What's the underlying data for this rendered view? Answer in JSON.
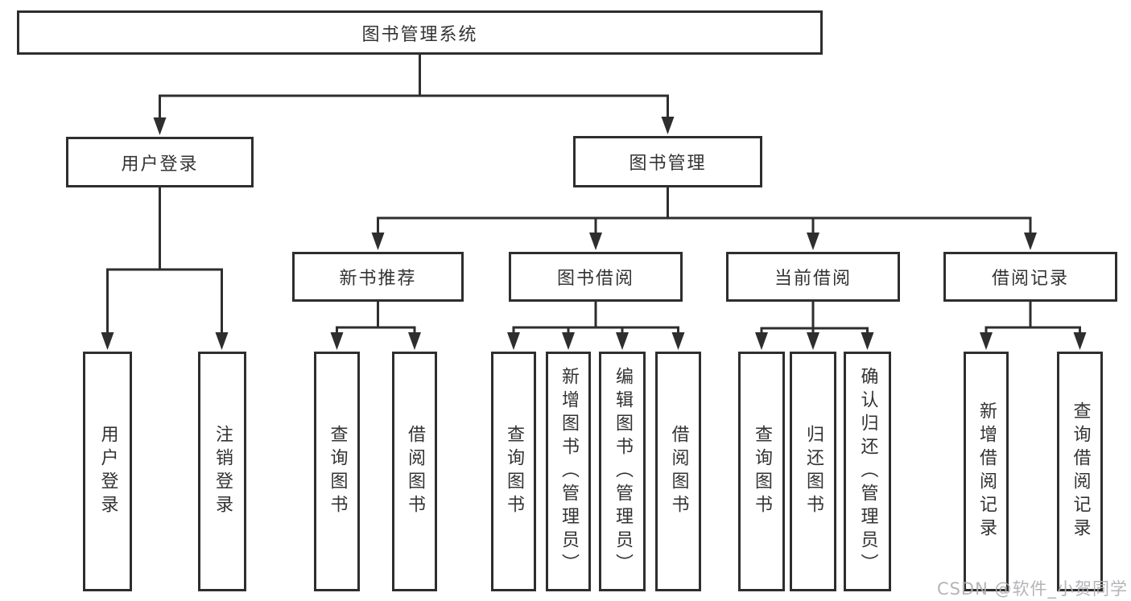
{
  "colors": {
    "line": "#2e2e2e",
    "text": "#333333",
    "watermark": "#b0b0b5",
    "background": "#ffffff"
  },
  "watermark": {
    "text": "CSDN @软件_小贺同学"
  },
  "tree": {
    "label": "图书管理系统",
    "children": [
      {
        "label": "用户登录",
        "children": [
          {
            "label": "用户登录"
          },
          {
            "label": "注销登录"
          }
        ]
      },
      {
        "label": "图书管理",
        "children": [
          {
            "label": "新书推荐",
            "children": [
              {
                "label": "查询图书"
              },
              {
                "label": "借阅图书"
              }
            ]
          },
          {
            "label": "图书借阅",
            "children": [
              {
                "label": "查询图书"
              },
              {
                "label": "新增图书（管理员）"
              },
              {
                "label": "编辑图书（管理员）"
              },
              {
                "label": "借阅图书"
              }
            ]
          },
          {
            "label": "当前借阅",
            "children": [
              {
                "label": "查询图书"
              },
              {
                "label": "归还图书"
              },
              {
                "label": "确认归还（管理员）"
              }
            ]
          },
          {
            "label": "借阅记录",
            "children": [
              {
                "label": "新增借阅记录"
              },
              {
                "label": "查询借阅记录"
              }
            ]
          }
        ]
      }
    ]
  }
}
